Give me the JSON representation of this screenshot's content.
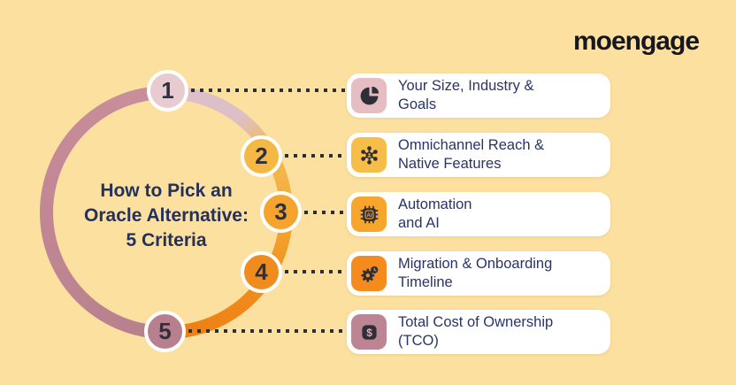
{
  "logo": {
    "text": "moengage"
  },
  "title": {
    "lines": [
      "How to Pick an",
      "Oracle Alternative:",
      "5 Criteria"
    ]
  },
  "steps": [
    {
      "number": "1",
      "badge_color": "#E8CBD1"
    },
    {
      "number": "2",
      "badge_color": "#F6B845"
    },
    {
      "number": "3",
      "badge_color": "#F5A42D"
    },
    {
      "number": "4",
      "badge_color": "#EF8C1D"
    },
    {
      "number": "5",
      "badge_color": "#B8808E"
    }
  ],
  "cards": [
    {
      "icon": "pie-chart-icon",
      "tile_color": "#E5BDC3",
      "line1": "Your Size, Industry &",
      "line2": "Goals"
    },
    {
      "icon": "hub-network-icon",
      "tile_color": "#F7BD49",
      "line1": "Omnichannel Reach &",
      "line2": "Native Features"
    },
    {
      "icon": "ai-chip-icon",
      "tile_color": "#F7A62B",
      "line1": "Automation",
      "line2": "and AI"
    },
    {
      "icon": "gear-clock-icon",
      "tile_color": "#F58A1D",
      "line1": "Migration & Onboarding",
      "line2": "Timeline"
    },
    {
      "icon": "dollar-icon",
      "tile_color": "#BD8593",
      "line1": "Total Cost of Ownership",
      "line2": "(TCO)"
    }
  ],
  "palette": {
    "background": "#FCE0A0",
    "card_background": "#FFFFFF",
    "text_navy": "#24305E",
    "ring_rose": "#C08693",
    "ring_pink": "#DCBFC7",
    "ring_amber": "#F5B845",
    "ring_orange": "#EE7D12",
    "dot_color": "#2D2D38",
    "icon_dark": "#2E2E36"
  }
}
